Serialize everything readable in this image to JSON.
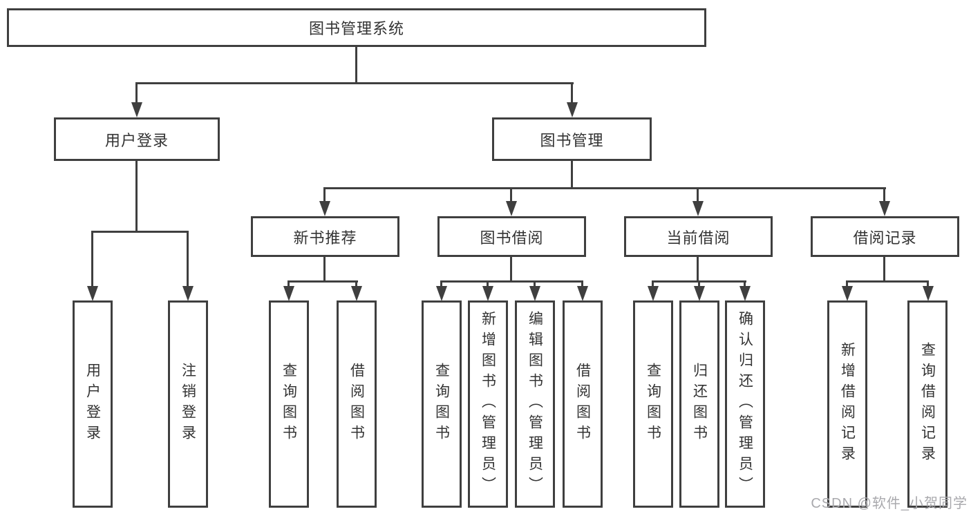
{
  "colors": {
    "line": "#3f3f3f",
    "text": "#333333",
    "background": "#ffffff",
    "watermark": "#a9a9ad"
  },
  "watermark": "CSDN @软件_小贺同学",
  "tree": {
    "root": {
      "label": "图书管理系统"
    },
    "branches": [
      {
        "label": "用户登录",
        "children": [
          {
            "label": "用户登录"
          },
          {
            "label": "注销登录"
          }
        ]
      },
      {
        "label": "图书管理",
        "groups": [
          {
            "label": "新书推荐",
            "children": [
              {
                "label": "查询图书"
              },
              {
                "label": "借阅图书"
              }
            ]
          },
          {
            "label": "图书借阅",
            "children": [
              {
                "label": "查询图书"
              },
              {
                "label": "新增图书（管理员）"
              },
              {
                "label": "编辑图书（管理员）"
              },
              {
                "label": "借阅图书"
              }
            ]
          },
          {
            "label": "当前借阅",
            "children": [
              {
                "label": "查询图书"
              },
              {
                "label": "归还图书"
              },
              {
                "label": "确认归还（管理员）"
              }
            ]
          },
          {
            "label": "借阅记录",
            "children": [
              {
                "label": "新增借阅记录"
              },
              {
                "label": "查询借阅记录"
              }
            ]
          }
        ]
      }
    ]
  }
}
